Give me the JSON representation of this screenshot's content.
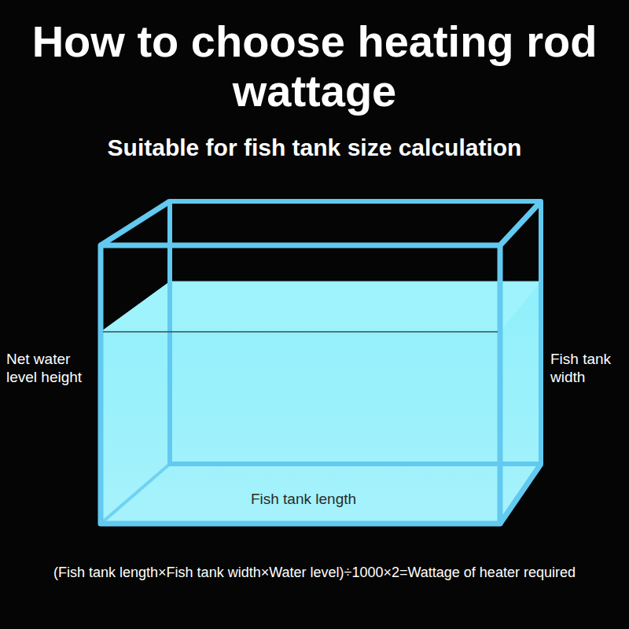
{
  "diagram": {
    "title": "How to choose heating rod wattage",
    "labels": [
      "Suitable for fish tank size calculation",
      "Net water level height",
      "Fish tank width",
      "Fish tank length",
      "(Fish tank length×Fish tank width×Water level)÷1000×2=Wattage of heater required"
    ]
  }
}
